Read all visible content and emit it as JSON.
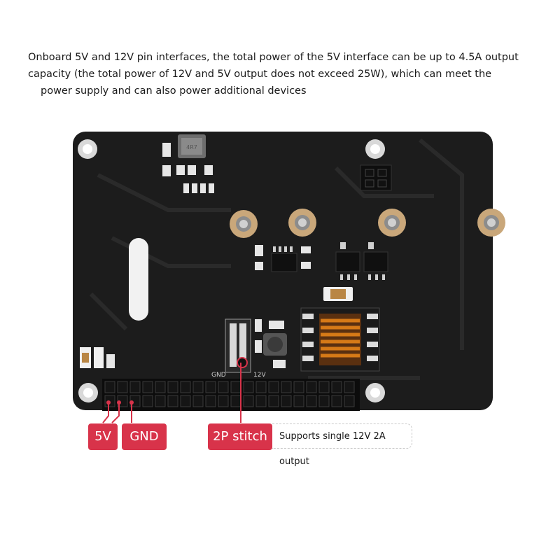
{
  "description": {
    "line1": "Onboard 5V and 12V pin interfaces, the total power of the 5V interface can be up to 4.5A output",
    "line2": "capacity (the total power of 12V and 5V output does not exceed 25W), which can meet the",
    "line3": "power supply and can also power additional devices"
  },
  "board": {
    "silkscreen_gnd": "GND",
    "silkscreen_12v": "12V",
    "inductor_text": "4R7"
  },
  "labels": {
    "five_v": "5V",
    "gnd": "GND",
    "stitch": "2P stitch",
    "stitch_note": "Supports single 12V 2A output"
  },
  "colors": {
    "label_red": "#d8334a",
    "board_black": "#1c1c1c"
  }
}
